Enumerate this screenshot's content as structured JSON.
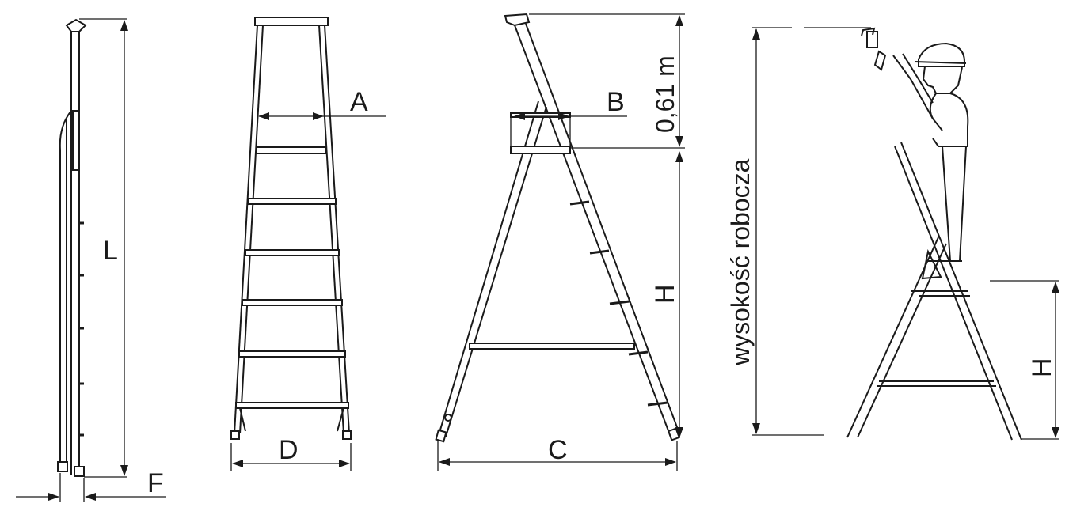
{
  "labels": {
    "side_length": "L",
    "side_depth": "F",
    "front_width": "A",
    "front_base": "D",
    "platform_depth": "B",
    "base_length": "C",
    "handrail_height": "0,61 m",
    "platform_height": "H",
    "working_height": "wysokość robocza",
    "worker_platform_height": "H"
  },
  "colors": {
    "line": "#1a1a1a",
    "background": "#ffffff"
  }
}
